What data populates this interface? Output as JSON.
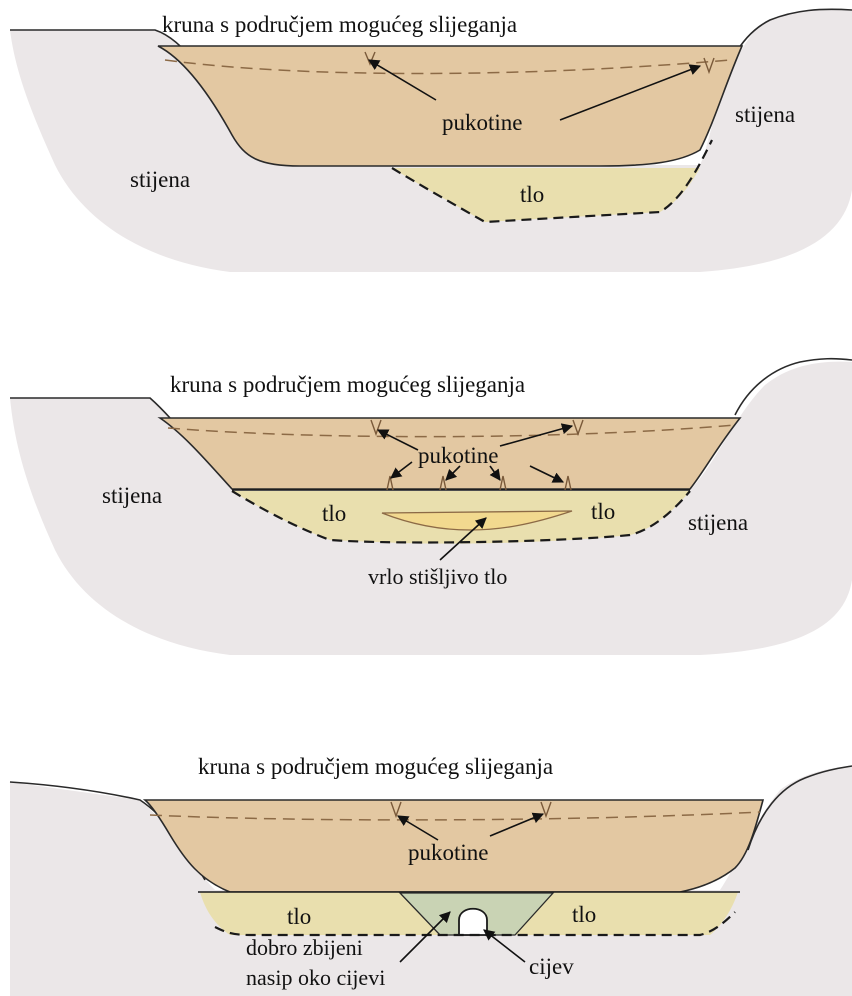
{
  "panels": [
    {
      "crest_label": "kruna s područjem mogućeg slijeganja",
      "cracks_label": "pukotine",
      "rock_label_left": "stijena",
      "rock_label_right": "stijena",
      "soil_label": "tlo"
    },
    {
      "crest_label": "kruna s područjem mogućeg slijeganja",
      "cracks_label": "pukotine",
      "rock_label_left": "stijena",
      "rock_label_right": "stijena",
      "soil_label_left": "tlo",
      "soil_label_right": "tlo",
      "compressible_label": "vrlo stišljivo tlo"
    },
    {
      "crest_label": "kruna s područjem mogućeg slijeganja",
      "cracks_label": "pukotine",
      "soil_label_left": "tlo",
      "soil_label_right": "tlo",
      "fill_label_line1": "dobro zbijeni",
      "fill_label_line2": "nasip oko cijevi",
      "pipe_label": "cijev"
    }
  ],
  "colors": {
    "rock": "#ebe7e8",
    "dam_fill": "#e3c8a2",
    "soil": "#e9dfae",
    "compressible_soil": "#f2d98f",
    "compacted_fill": "#c9d3b4",
    "settlement_line": "#8c6a46"
  }
}
